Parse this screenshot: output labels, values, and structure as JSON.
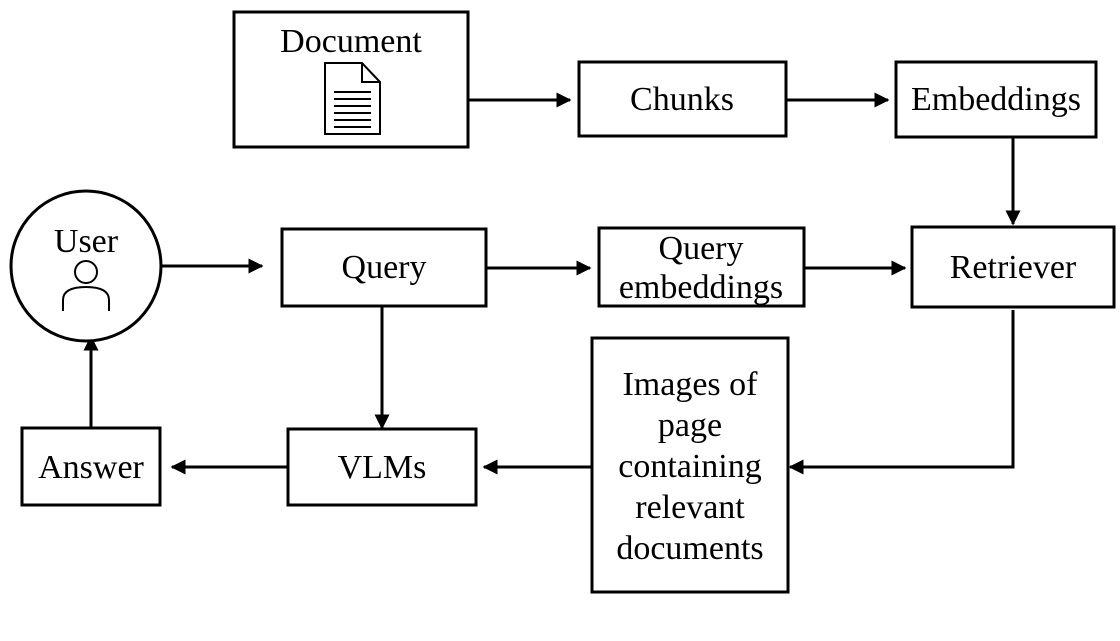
{
  "nodes": {
    "document": "Document",
    "chunks": "Chunks",
    "embeddings": "Embeddings",
    "user": "User",
    "query": "Query",
    "query_embeddings": [
      "Query",
      "embeddings"
    ],
    "retriever": "Retriever",
    "answer": "Answer",
    "vlms": "VLMs",
    "images": [
      "Images of",
      "page",
      "containing",
      "relevant",
      "documents"
    ]
  },
  "icons": {
    "document": "document-icon",
    "user": "user-icon"
  }
}
